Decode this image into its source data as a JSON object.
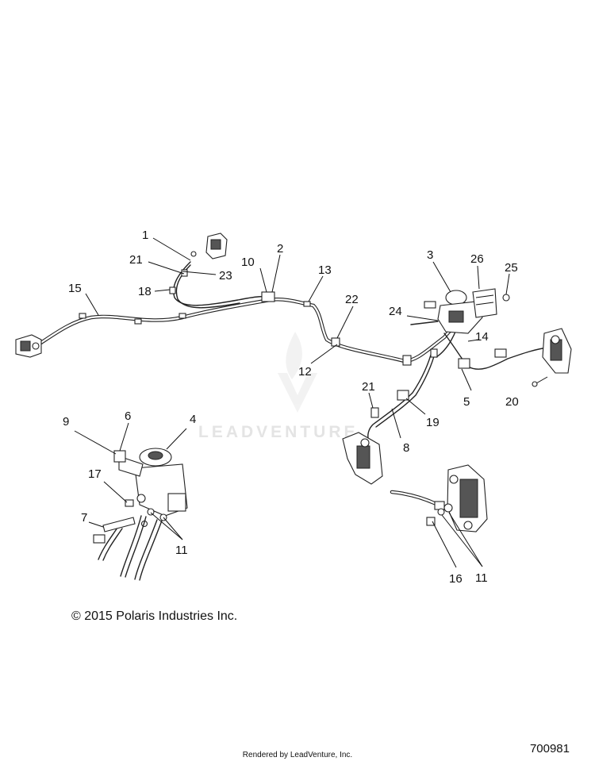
{
  "watermark": {
    "text": "LEADVENTURE"
  },
  "callouts": [
    {
      "id": "c1",
      "label": "1"
    },
    {
      "id": "c21a",
      "label": "21"
    },
    {
      "id": "c23",
      "label": "23"
    },
    {
      "id": "c18",
      "label": "18"
    },
    {
      "id": "c10",
      "label": "10"
    },
    {
      "id": "c2",
      "label": "2"
    },
    {
      "id": "c13",
      "label": "13"
    },
    {
      "id": "c15",
      "label": "15"
    },
    {
      "id": "c22",
      "label": "22"
    },
    {
      "id": "c12",
      "label": "12"
    },
    {
      "id": "c3",
      "label": "3"
    },
    {
      "id": "c26",
      "label": "26"
    },
    {
      "id": "c25",
      "label": "25"
    },
    {
      "id": "c24",
      "label": "24"
    },
    {
      "id": "c14",
      "label": "14"
    },
    {
      "id": "c21b",
      "label": "21"
    },
    {
      "id": "c19",
      "label": "19"
    },
    {
      "id": "c5",
      "label": "5"
    },
    {
      "id": "c20",
      "label": "20"
    },
    {
      "id": "c8",
      "label": "8"
    },
    {
      "id": "c9",
      "label": "9"
    },
    {
      "id": "c6",
      "label": "6"
    },
    {
      "id": "c4",
      "label": "4"
    },
    {
      "id": "c17",
      "label": "17"
    },
    {
      "id": "c7",
      "label": "7"
    },
    {
      "id": "c11a",
      "label": "11"
    },
    {
      "id": "c16",
      "label": "16"
    },
    {
      "id": "c11b",
      "label": "11"
    }
  ],
  "footer": {
    "copyright": "© 2015 Polaris Industries Inc.",
    "rendered_by": "Rendered by LeadVenture, Inc.",
    "drawing_number": "700981"
  }
}
